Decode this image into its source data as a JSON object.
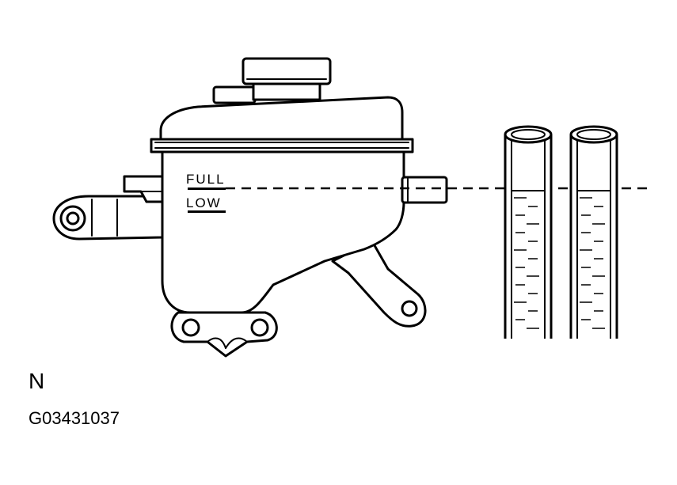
{
  "diagram": {
    "level_labels": {
      "full": "FULL",
      "low": "LOW"
    },
    "view_label": "N",
    "figure_code": "G03431037"
  }
}
